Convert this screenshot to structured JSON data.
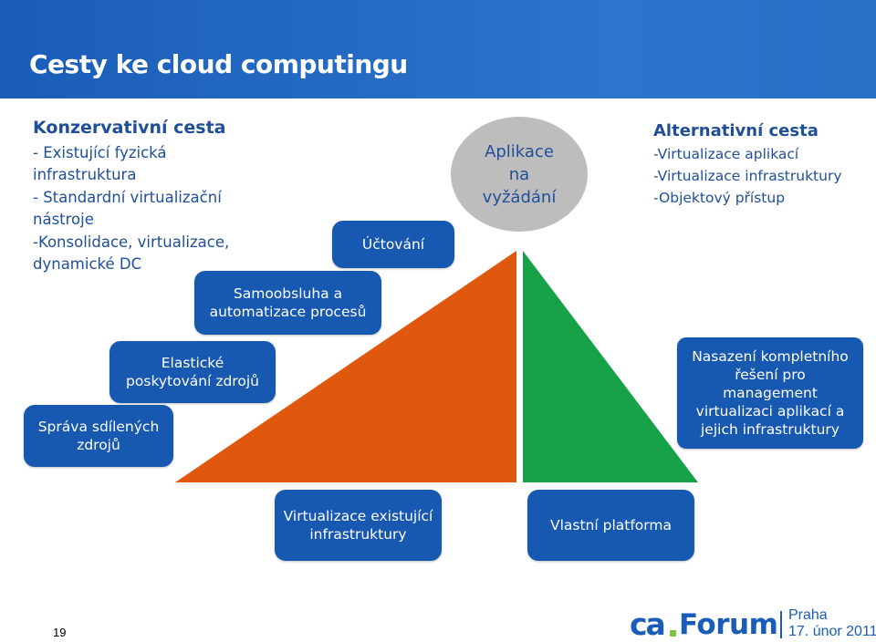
{
  "header": {
    "title": "Cesty ke cloud computingu"
  },
  "left_path": {
    "heading": "Konzervativní cesta",
    "lines": [
      "- Existující fyzická",
      "infrastruktura",
      "- Standardní virtualizační",
      "nástroje",
      "-Konsolidace, virtualizace,",
      "dynamické DC"
    ]
  },
  "right_path": {
    "heading": "Alternativní cesta",
    "lines": [
      "-Virtualizace aplikací",
      "-Virtualizace infrastruktury",
      "-Objektový přístup"
    ]
  },
  "peak": {
    "label": "Aplikace\nna\nvyžádání"
  },
  "steps_left": [
    {
      "label": "Správa sdílených\nzdrojů"
    },
    {
      "label": "Elastické\nposkytování zdrojů"
    },
    {
      "label": "Samoobsluha a\nautomatizace procesů"
    },
    {
      "label": "Účtování"
    }
  ],
  "step_right": {
    "label": "Nasazení kompletního\nřešení pro\nmanagement\nvirtualizaci aplikací a\njejich infrastruktury"
  },
  "bases": {
    "left": "Virtualizace existující\ninfrastruktury",
    "right": "Vlastní platforma"
  },
  "colors": {
    "orange": "#e0580d",
    "green": "#17a24a",
    "box_blue": "#1758b0",
    "header_blue": "#1a5db8",
    "ellipse_gray": "#bdbdbd"
  },
  "footer": {
    "page_number": "19",
    "logo_ca": "ca",
    "logo_forum": "Forum",
    "city": "Praha",
    "date": "17. únor 2011"
  }
}
